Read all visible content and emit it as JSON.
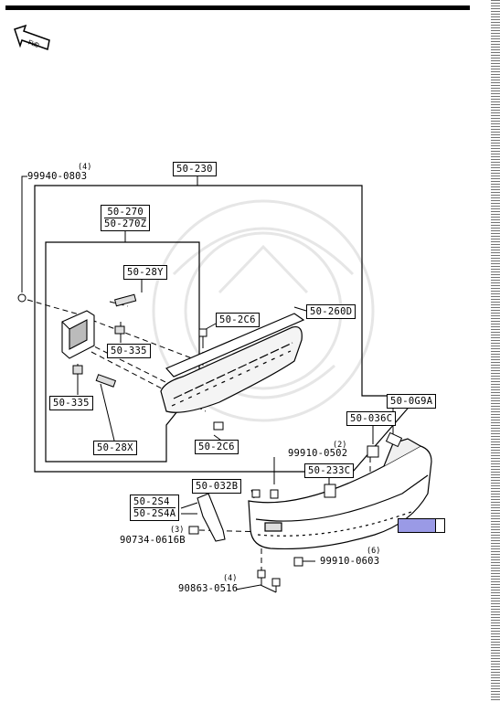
{
  "direction_icon": {
    "icon": "fwd-arrow-icon",
    "label": "FWD"
  },
  "highlight_color": "#9a9ae6",
  "part_labels": {
    "p_50_230": "50-230",
    "p_50_270": "50-270",
    "p_50_270Z": "50-270Z",
    "p_50_28Y": "50-28Y",
    "p_50_335_a": "50-335",
    "p_50_335_b": "50-335",
    "p_50_28X": "50-28X",
    "p_50_2C6_a": "50-2C6",
    "p_50_2C6_b": "50-2C6",
    "p_50_260D": "50-260D",
    "p_50_0G9A": "50-0G9A",
    "p_50_036C": "50-036C",
    "p_50_233C": "50-233C",
    "p_50_032B": "50-032B",
    "p_50_2S4": "50-2S4",
    "p_50_2S4A": "50-2S4A"
  },
  "fastener_labels": {
    "f_99940": {
      "qty": "(4)",
      "code": "99940-0803"
    },
    "f_99910_0502": {
      "qty": "(2)",
      "code": "99910-0502"
    },
    "f_90734": {
      "qty": "(3)",
      "code": "90734-0616B"
    },
    "f_99910_0603": {
      "qty": "(6)",
      "code": "99910-0603"
    },
    "f_90863": {
      "qty": "(4)",
      "code": "90863-0516"
    }
  }
}
